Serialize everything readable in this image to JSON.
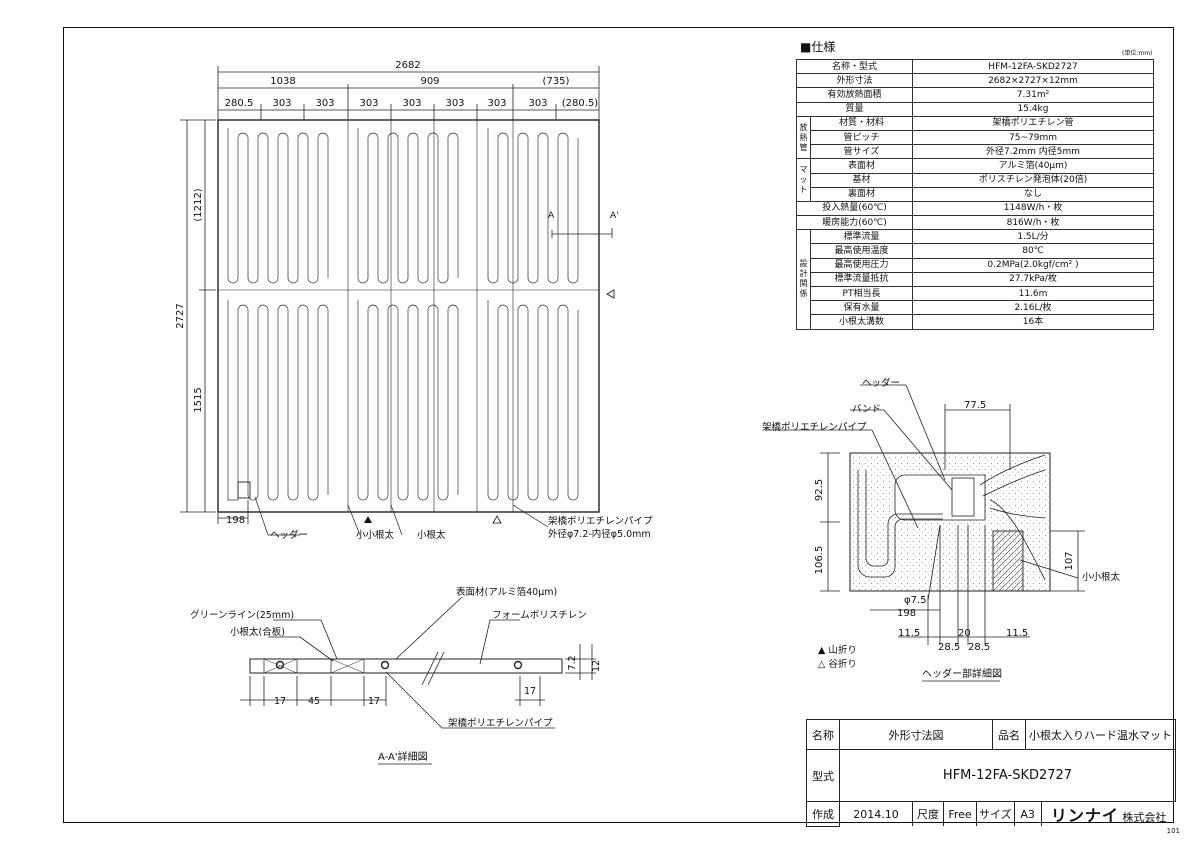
{
  "spec": {
    "title": "■仕様",
    "unit_note": "(単位:mm)",
    "rows": [
      {
        "label": "名称・型式",
        "value": "HFM-12FA-SKD2727"
      },
      {
        "label": "外形寸法",
        "value": "2682×2727×12mm"
      },
      {
        "label": "有効放熱面積",
        "value": "7.31m²"
      },
      {
        "label": "質量",
        "value": "15.4kg"
      },
      {
        "label": "材質・材料",
        "value": "架橋ポリエチレン管"
      },
      {
        "label": "管ピッチ",
        "value": "75~79mm"
      },
      {
        "label": "管サイズ",
        "value": "外径7.2mm 内径5mm"
      },
      {
        "label": "表面材",
        "value": "アルミ箔(40μm)"
      },
      {
        "label": "基材",
        "value": "ポリスチレン発泡体(20倍)"
      },
      {
        "label": "裏面材",
        "value": "なし"
      },
      {
        "label": "投入熱量(60℃)",
        "value": "1148W/h・枚"
      },
      {
        "label": "暖房能力(60℃)",
        "value": "816W/h・枚"
      },
      {
        "label": "標準流量",
        "value": "1.5L/分"
      },
      {
        "label": "最高使用温度",
        "value": "80℃"
      },
      {
        "label": "最高使用圧力",
        "value": "0.2MPa(2.0kgf/cm² )"
      },
      {
        "label": "標準流量抵抗",
        "value": "27.7kPa/枚"
      },
      {
        "label": "PT相当長",
        "value": "11.6m"
      },
      {
        "label": "保有水量",
        "value": "2.16L/枚"
      },
      {
        "label": "小根太溝数",
        "value": "16本"
      }
    ],
    "groups": {
      "pipe": "放熱管",
      "mat": "マット",
      "design": "設計関係"
    }
  },
  "plan": {
    "dims_top": [
      "2682",
      "1038",
      "909",
      "(735)"
    ],
    "dims_pitch": [
      "280.5",
      "303",
      "303",
      "303",
      "303",
      "303",
      "303",
      "303",
      "(280.5)"
    ],
    "dims_left": [
      "(1212)",
      "2727",
      "1515"
    ],
    "dim_bottom": "198",
    "section_a": "A",
    "section_a2": "A'",
    "label_header": "ヘッダー",
    "label_small_joist": "小小根太",
    "label_joist": "小根太",
    "label_pipe": "架橋ポリエチレンパイプ",
    "label_pipe_size": "外径φ7.2-内径φ5.0mm"
  },
  "section": {
    "title": "A-A'詳細図",
    "label_surface": "表面材(アルミ箔40μm)",
    "label_green": "グリーンライン(25mm)",
    "label_joist": "小根太(合板)",
    "label_foam": "フォームポリスチレン",
    "label_pipe": "架橋ポリエチレンパイプ",
    "dim_72": "7.2",
    "dim_12": "12",
    "dims_bottom": [
      "17",
      "45",
      "17",
      "17"
    ]
  },
  "header_detail": {
    "title": "ヘッダー部詳細図",
    "label_header": "ヘッダー",
    "label_band": "バンド",
    "label_pipe": "架橋ポリエチレンパイプ",
    "label_small_joist": "小小根太",
    "dim_775": "77.5",
    "dim_925": "92.5",
    "dim_1065": "106.5",
    "dim_107": "107",
    "dim_phi": "φ7.5",
    "dim_198": "198",
    "dims_bottom": [
      "11.5",
      "20",
      "11.5",
      "28.5",
      "28.5"
    ],
    "legend_mountain": "▲ 山折り",
    "legend_valley": "△ 谷折り"
  },
  "title_block": {
    "name_label": "名称",
    "name_value": "外形寸法図",
    "product_label": "品名",
    "product_value": "小根太入りハード温水マット",
    "model_label": "型式",
    "model_value": "HFM-12FA-SKD2727",
    "date_label": "作成",
    "date_value": "2014.10",
    "scale_label": "尺度",
    "scale_value": "Free",
    "size_label": "サイズ",
    "size_value": "A3",
    "maker": "リンナイ",
    "maker_suffix": "株式会社"
  },
  "sheet_no": "101"
}
